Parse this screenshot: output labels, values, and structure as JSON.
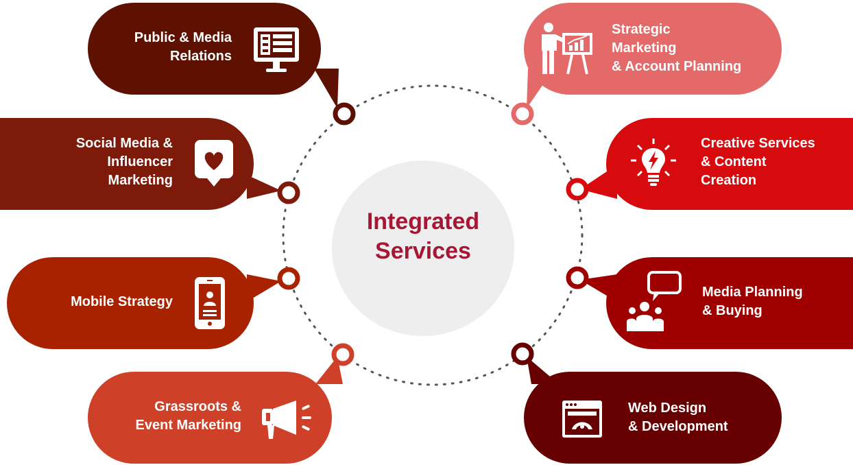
{
  "center": {
    "line1": "Integrated",
    "line2": "Services"
  },
  "colors": {
    "public_media": "#5e1100",
    "social_media": "#7d1a0a",
    "mobile": "#a82200",
    "grassroots": "#cf4028",
    "strategic": "#e36a68",
    "creative": "#d70a0e",
    "media_planning": "#9e0000",
    "web_design": "#670000",
    "center_text": "#a51734",
    "center_bg": "#eeeeee",
    "dots": "#555555"
  },
  "services": {
    "public_media": {
      "line1": "Public & Media",
      "line2": "Relations",
      "icon": "monitor-news-icon"
    },
    "social_media": {
      "line1": "Social Media &",
      "line2": "Influencer",
      "line3": "Marketing",
      "icon": "heart-chat-icon"
    },
    "mobile": {
      "line1": "Mobile Strategy",
      "icon": "smartphone-user-icon"
    },
    "grassroots": {
      "line1": "Grassroots &",
      "line2": "Event Marketing",
      "icon": "megaphone-icon"
    },
    "strategic": {
      "line1": "Strategic",
      "line2": "Marketing",
      "line3": "& Account Planning",
      "icon": "presentation-chart-icon"
    },
    "creative": {
      "line1": "Creative Services",
      "line2": "& Content",
      "line3": "Creation",
      "icon": "lightbulb-icon"
    },
    "media_planning": {
      "line1": "Media Planning",
      "line2": "& Buying",
      "icon": "audience-chat-icon"
    },
    "web_design": {
      "line1": "Web Design",
      "line2": "& Development",
      "icon": "browser-window-icon"
    }
  }
}
